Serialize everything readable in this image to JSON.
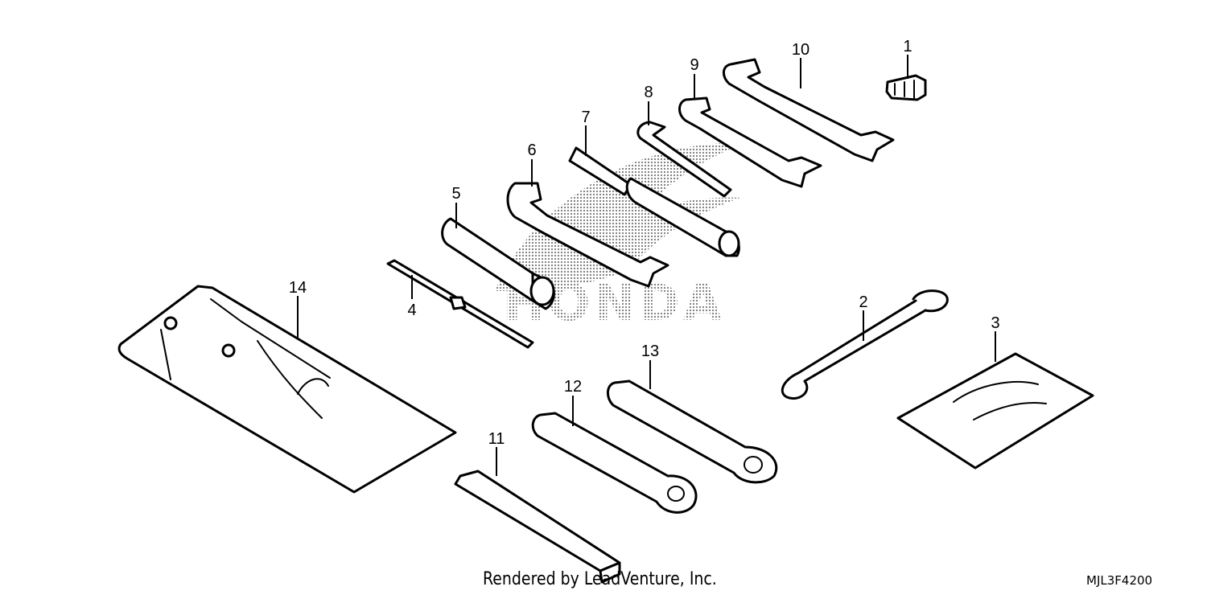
{
  "watermark": {
    "brand_text": "HONDA"
  },
  "callouts": [
    {
      "id": 1,
      "label": "1"
    },
    {
      "id": 2,
      "label": "2"
    },
    {
      "id": 3,
      "label": "3"
    },
    {
      "id": 4,
      "label": "4"
    },
    {
      "id": 5,
      "label": "5"
    },
    {
      "id": 6,
      "label": "6"
    },
    {
      "id": 7,
      "label": "7"
    },
    {
      "id": 8,
      "label": "8"
    },
    {
      "id": 9,
      "label": "9"
    },
    {
      "id": 10,
      "label": "10"
    },
    {
      "id": 11,
      "label": "11"
    },
    {
      "id": 12,
      "label": "12"
    },
    {
      "id": 13,
      "label": "13"
    },
    {
      "id": 14,
      "label": "14"
    }
  ],
  "footer": {
    "credit": "Rendered by LeadVenture, Inc.",
    "diagram_code": "MJL3F4200"
  }
}
